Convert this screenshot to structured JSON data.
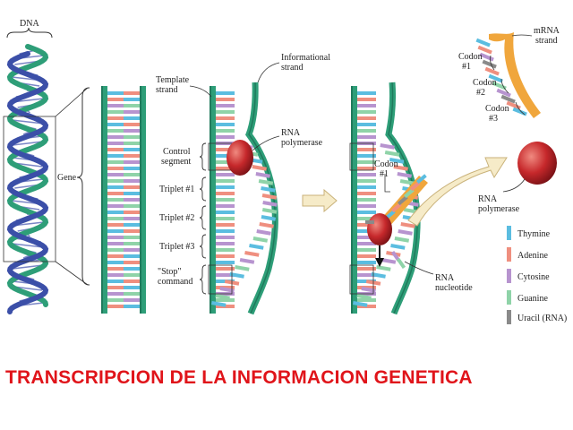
{
  "labels": {
    "dna": "DNA",
    "gene": "Gene",
    "template_strand": [
      "Template",
      "strand"
    ],
    "informational_strand": [
      "Informational",
      "strand"
    ],
    "rna_polymerase_1": [
      "RNA",
      "polymerase"
    ],
    "control_segment": [
      "Control",
      "segment"
    ],
    "triplet1": "Triplet #1",
    "triplet2": "Triplet #2",
    "triplet3": "Triplet #3",
    "stop_command": [
      "\"Stop\"",
      "command"
    ],
    "codon1_mid": [
      "Codon",
      "#1"
    ],
    "rna_nucleotide": [
      "RNA",
      "nucleotide"
    ],
    "mrna_strand": [
      "mRNA",
      "strand"
    ],
    "codon1": [
      "Codon",
      "#1"
    ],
    "codon2": [
      "Codon",
      "#2"
    ],
    "codon3": [
      "Codon",
      "#3"
    ],
    "rna_polymerase_2": [
      "RNA",
      "polymerase"
    ]
  },
  "legend": [
    {
      "label": "Thymine",
      "color": "#5bbde0"
    },
    {
      "label": "Adenine",
      "color": "#ef8f7f"
    },
    {
      "label": "Cytosine",
      "color": "#b794cf"
    },
    {
      "label": "Guanine",
      "color": "#8fd3a8"
    },
    {
      "label": "Uracil (RNA)",
      "color": "#8a8a8a"
    }
  ],
  "colors": {
    "backbone": "#2e9e78",
    "backbone_dark": "#1f7a5c",
    "polymerase": "#c6282b",
    "mrna": "#f0a63c",
    "arrow_fill": "#f6ebc8",
    "arrow_stroke": "#c9b27a",
    "title": "#e0141a"
  },
  "title": "TRANSCRIPCION DE LA INFORMACION GENETICA"
}
